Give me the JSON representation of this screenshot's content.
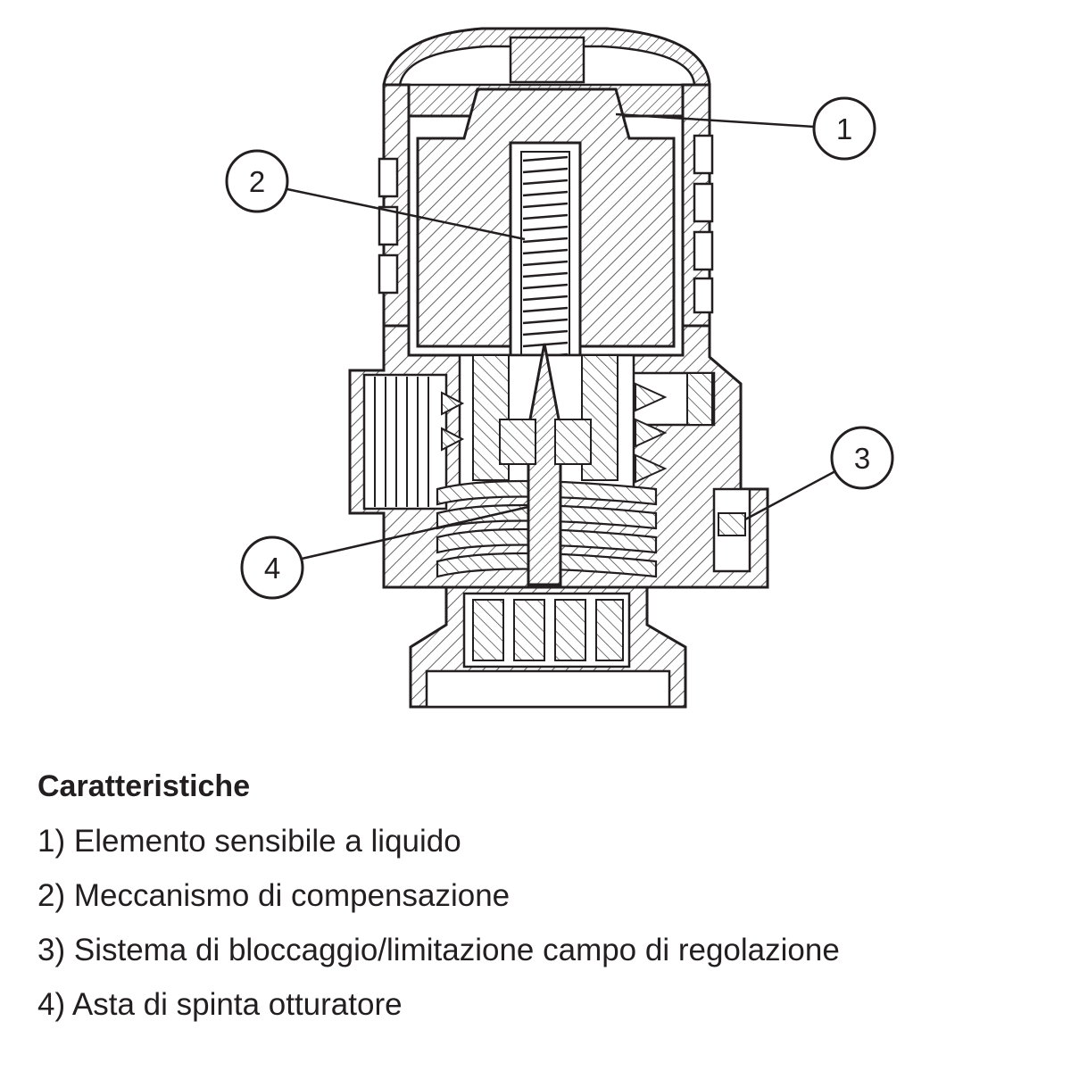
{
  "diagram": {
    "callouts": [
      {
        "number": "1",
        "target": "liquid-sensing-element"
      },
      {
        "number": "2",
        "target": "compensation-mechanism"
      },
      {
        "number": "3",
        "target": "locking-limiting-system"
      },
      {
        "number": "4",
        "target": "shutter-push-rod"
      }
    ]
  },
  "legend": {
    "title": "Caratteristiche",
    "items": [
      "1) Elemento sensibile a liquido",
      "2) Meccanismo di compensazione",
      "3) Sistema di bloccaggio/limitazione campo di regolazione",
      "4) Asta di spinta otturatore"
    ]
  },
  "colors": {
    "ink": "#231f20",
    "hatch": "#3a3a3a",
    "section_fill": "#d9d9d9",
    "background": "#ffffff"
  }
}
